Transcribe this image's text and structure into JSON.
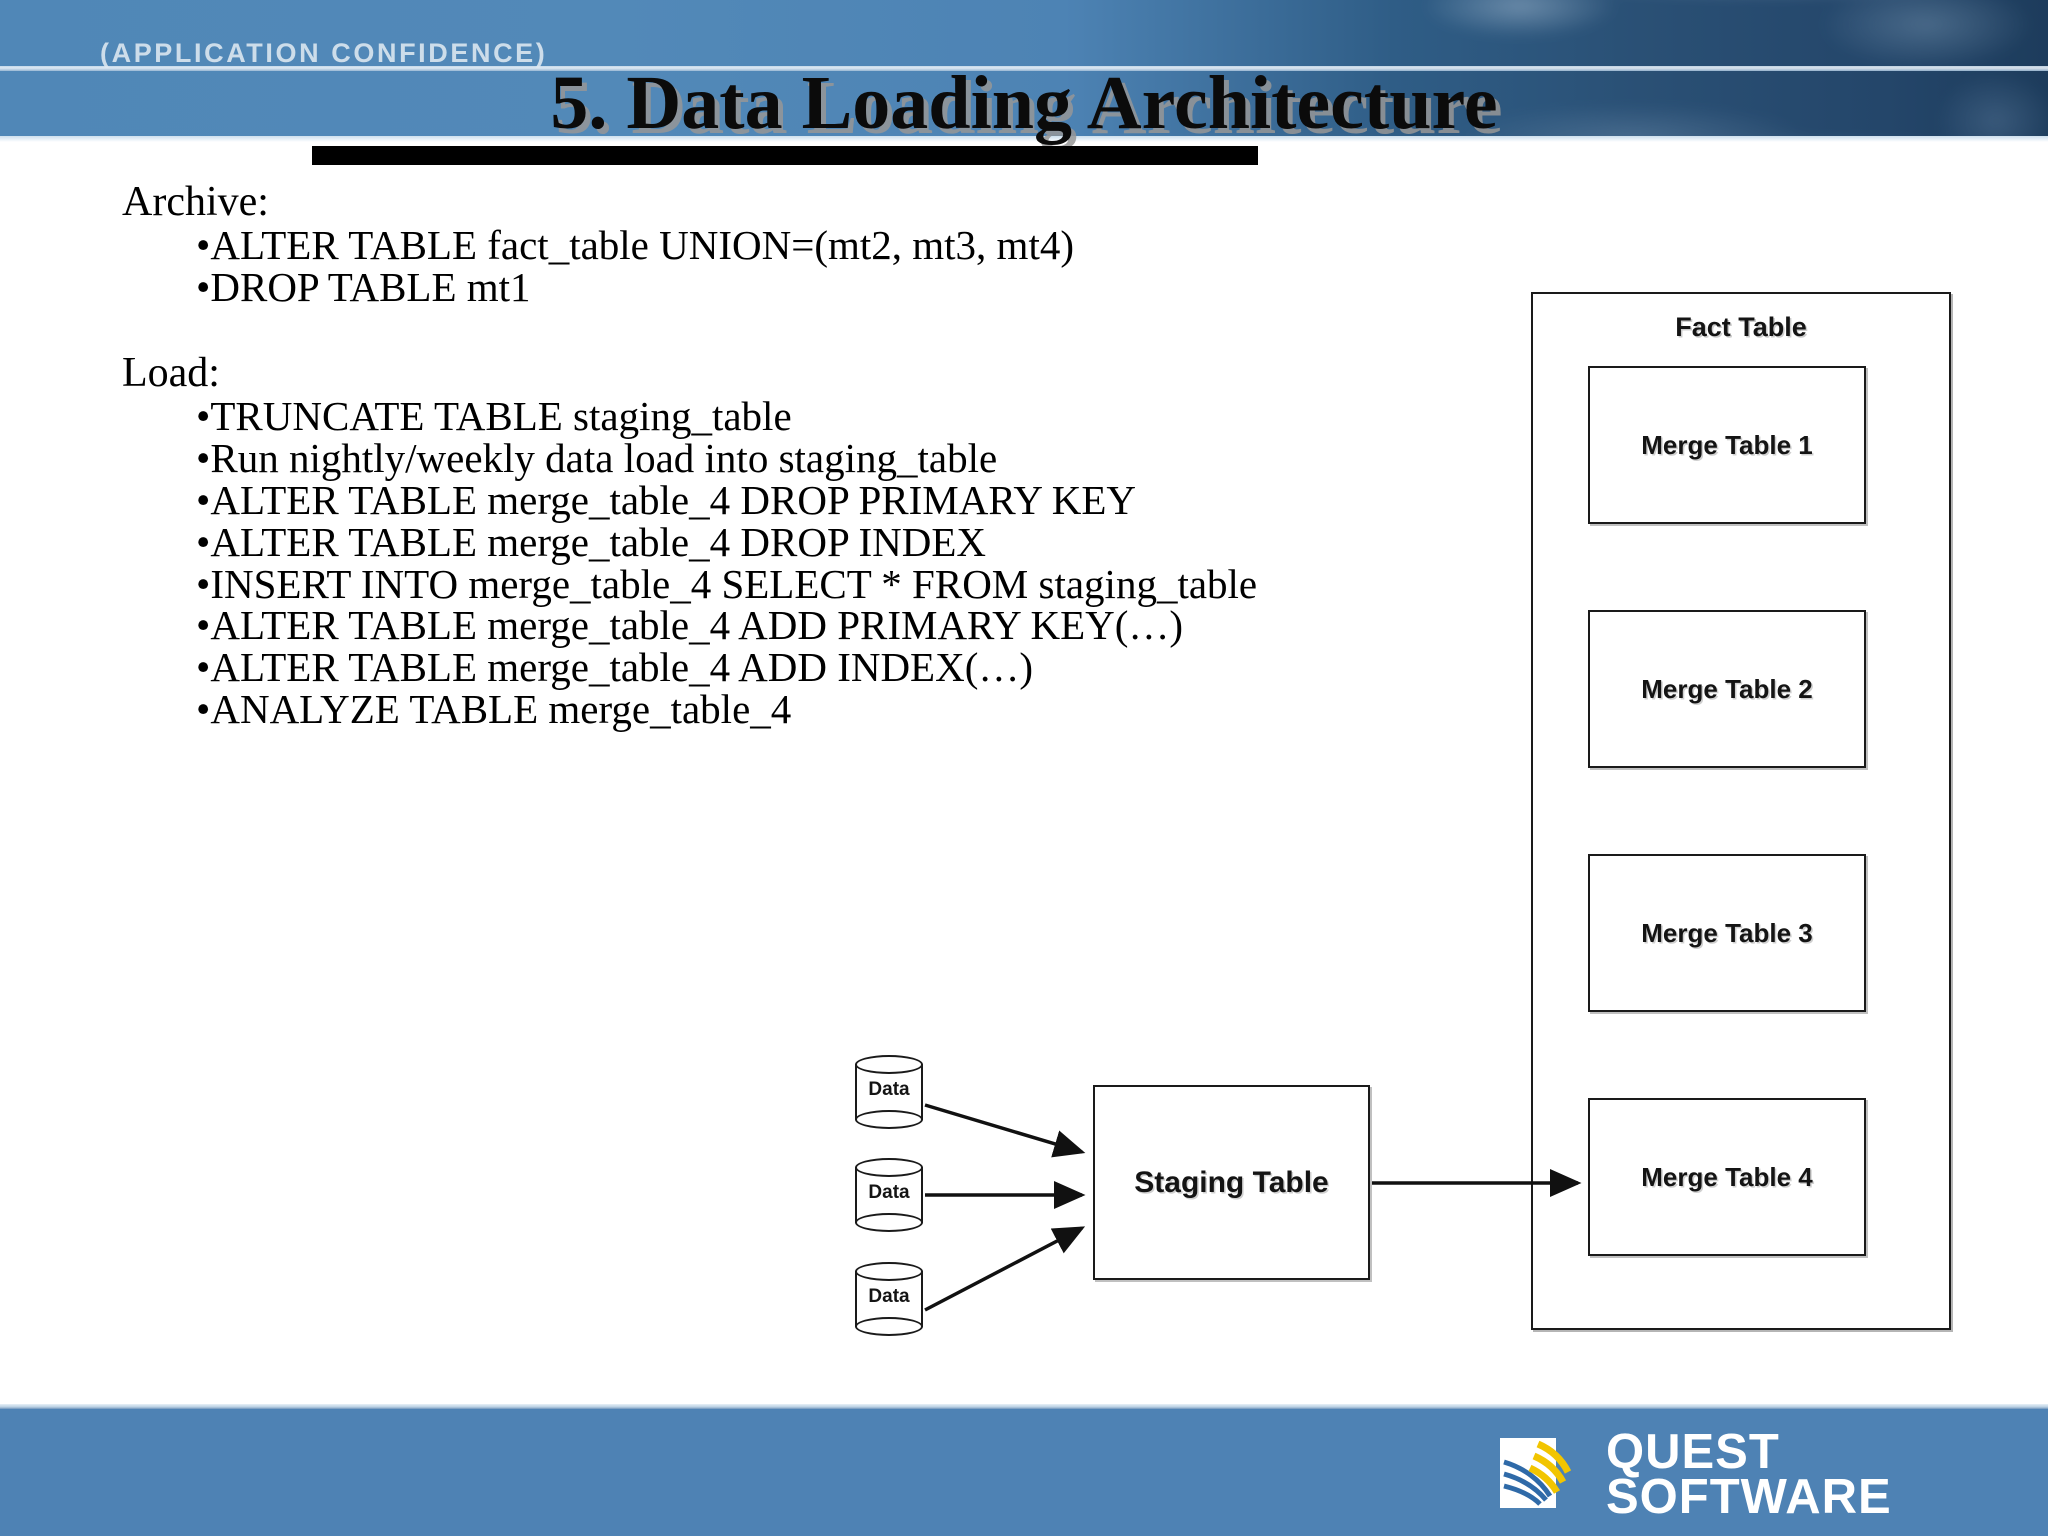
{
  "header": {
    "eyebrow": "(APPLICATION CONFIDENCE)",
    "title": "5. Data Loading Architecture",
    "band_color": "#4d83b4"
  },
  "content": {
    "sections": [
      {
        "heading": "Archive:",
        "bullets": [
          "ALTER TABLE fact_table UNION=(mt2, mt3, mt4)",
          "DROP TABLE mt1"
        ]
      },
      {
        "heading": "Load:",
        "bullets": [
          "TRUNCATE TABLE staging_table",
          "Run nightly/weekly data load into staging_table",
          "ALTER TABLE merge_table_4 DROP PRIMARY KEY",
          "ALTER TABLE merge_table_4 DROP INDEX",
          "INSERT INTO merge_table_4 SELECT * FROM staging_table",
          "ALTER TABLE merge_table_4 ADD PRIMARY KEY(…)",
          "ALTER TABLE merge_table_4 ADD INDEX(…)",
          "ANALYZE TABLE merge_table_4"
        ]
      }
    ],
    "bullet_glyph": "•"
  },
  "diagram": {
    "fact_table_label": "Fact Table",
    "merge_tables": [
      "Merge Table 1",
      "Merge Table 2",
      "Merge Table 3",
      "Merge Table 4"
    ],
    "staging_table_label": "Staging Table",
    "sources": [
      "Data",
      "Data",
      "Data"
    ]
  },
  "footer": {
    "band_color": "#4e82b4",
    "logo_line1": "QUEST",
    "logo_line2": "SOFTWARE"
  }
}
